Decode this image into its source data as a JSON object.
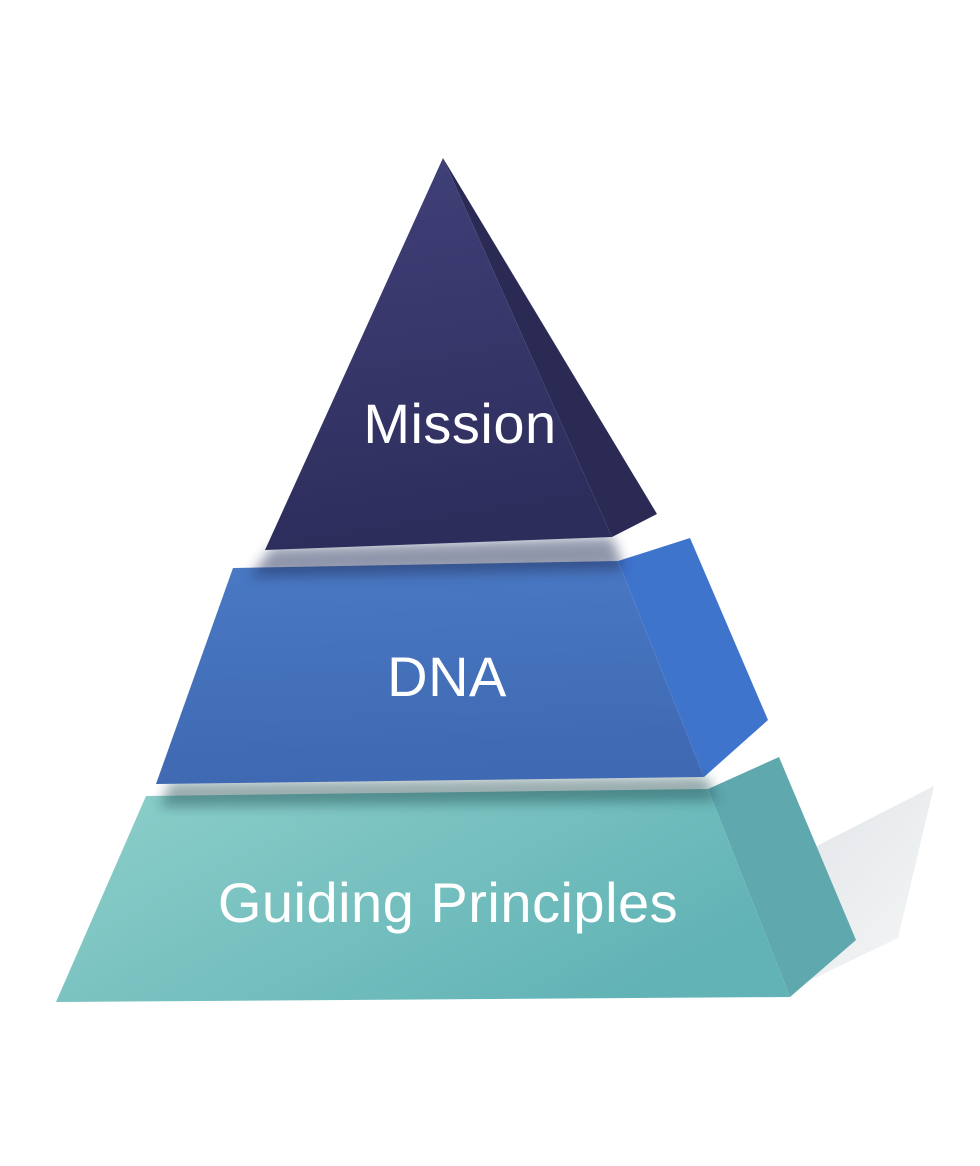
{
  "diagram": {
    "type": "pyramid-3d",
    "background": "#ffffff",
    "label_color": "#ffffff",
    "layers": [
      {
        "label": "Mission",
        "front_top": "#41417a",
        "front_bottom": "#2d2d5c",
        "side": "#2a2a55"
      },
      {
        "label": "DNA",
        "front_top": "#4a79c4",
        "front_bottom": "#3f69b2",
        "side": "#3f74cd"
      },
      {
        "label": "Guiding Principles",
        "front_top": "#8ecfca",
        "front_bottom": "#62b3b6",
        "side": "#5fa9ae"
      }
    ],
    "fold": {
      "color_light": "#f4f6f7",
      "color_dark": "#e1e4e7"
    },
    "shadow_between_top": "#232d58",
    "shadow_between_bottom": "#1f4a50"
  }
}
